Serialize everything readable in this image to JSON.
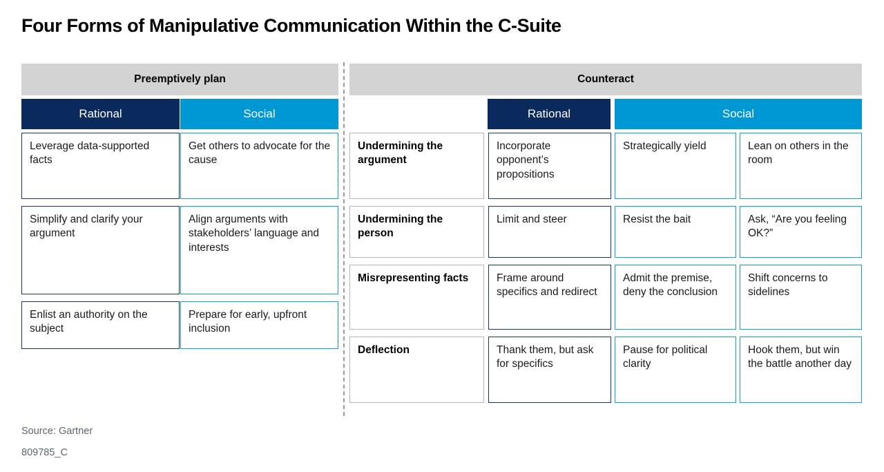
{
  "title": "Four Forms of Manipulative Communication Within the C-Suite",
  "colors": {
    "navy": "#0A2A5E",
    "blue": "#0098D4",
    "gray_header": "#D3D3D3",
    "label_border": "#B4B4B4",
    "divider": "#9A9A9A",
    "footer_text": "#5D666D"
  },
  "left_panel": {
    "group_label": "Preemptively plan",
    "columns": [
      {
        "label": "Rational",
        "style": "rational"
      },
      {
        "label": "Social",
        "style": "social"
      }
    ],
    "rows": [
      {
        "rational": "Leverage data-supported facts",
        "social": "Get others to advocate for the cause"
      },
      {
        "rational": "Simplify and clarify your argument",
        "social": "Align arguments with stakeholders’ language and interests"
      },
      {
        "rational": "Enlist an authority on the subject",
        "social": "Prepare for early, upfront inclusion"
      }
    ]
  },
  "right_panel": {
    "group_label": "Counteract",
    "columns": [
      {
        "label": "",
        "style": "blank"
      },
      {
        "label": "Rational",
        "style": "rational"
      },
      {
        "label": "Social",
        "style": "social"
      }
    ],
    "rows": [
      {
        "label": "Undermining the argument",
        "rational": "Incorporate opponent’s propositions",
        "social_1": "Strategically yield",
        "social_2": "Lean on others in the room"
      },
      {
        "label": "Undermining the person",
        "rational": "Limit and steer",
        "social_1": "Resist the bait",
        "social_2": "Ask, “Are you feeling OK?”"
      },
      {
        "label": "Misrepresenting facts",
        "rational": "Frame around specifics and redirect",
        "social_1": "Admit the premise, deny the conclusion",
        "social_2": "Shift concerns to sidelines"
      },
      {
        "label": "Deflection",
        "rational": "Thank them, but ask for specifics",
        "social_1": "Pause for political clarity",
        "social_2": "Hook them, but win the battle another day"
      }
    ]
  },
  "footer": {
    "source": "Source: Gartner",
    "code": "809785_C"
  }
}
